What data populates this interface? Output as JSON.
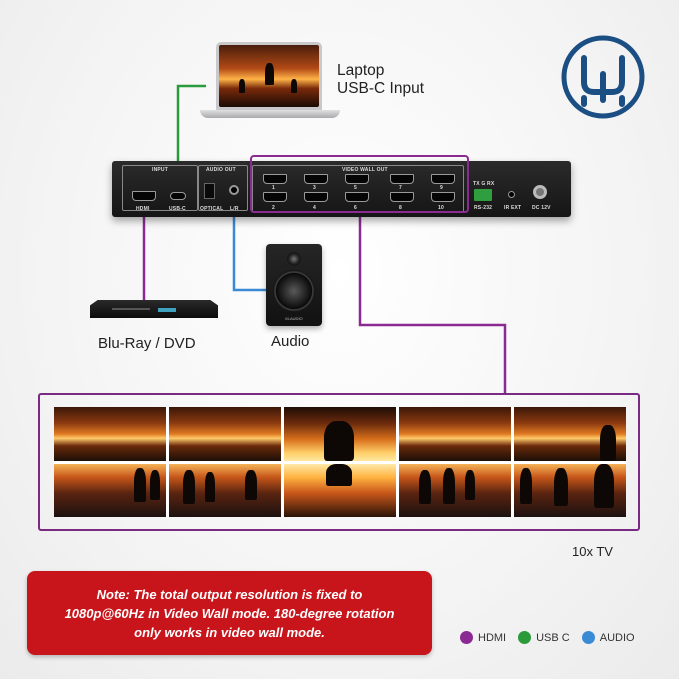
{
  "colors": {
    "hdmi": "#8a2a92",
    "usbc": "#2a9a3a",
    "audio": "#3a8ad6",
    "note_bg": "#c8151b",
    "logo": "#1b4f84"
  },
  "laptop": {
    "label_line1": "Laptop",
    "label_line2": "USB-C Input"
  },
  "device": {
    "input_label": "INPUT",
    "hdmi_label": "HDMI",
    "usbc_label": "USB-C",
    "audio_out_label": "AUDIO OUT",
    "optical_label": "OPTICAL",
    "lr_label": "L/R",
    "video_wall_out_label": "VIDEO WALL OUT",
    "outputs_top": [
      "1",
      "3",
      "5",
      "7",
      "9"
    ],
    "outputs_bottom": [
      "2",
      "4",
      "6",
      "8",
      "10"
    ],
    "txrx_label": "TX G RX",
    "rs232_label": "RS-232",
    "irext_label": "IR EXT",
    "dc_label": "DC 12V"
  },
  "speaker": {
    "brand": "M-AUDIO"
  },
  "labels": {
    "bluray": "Blu-Ray / DVD",
    "audio": "Audio",
    "tv": "10x TV"
  },
  "note": {
    "line1": "Note: The total output resolution is fixed to",
    "line2": "1080p@60Hz in Video Wall mode. 180-degree rotation",
    "line3": "only works in video wall mode."
  },
  "legend": [
    {
      "label": "HDMI",
      "color": "#8a2a92"
    },
    {
      "label": "USB C",
      "color": "#2a9a3a"
    },
    {
      "label": "AUDIO",
      "color": "#3a8ad6"
    }
  ]
}
